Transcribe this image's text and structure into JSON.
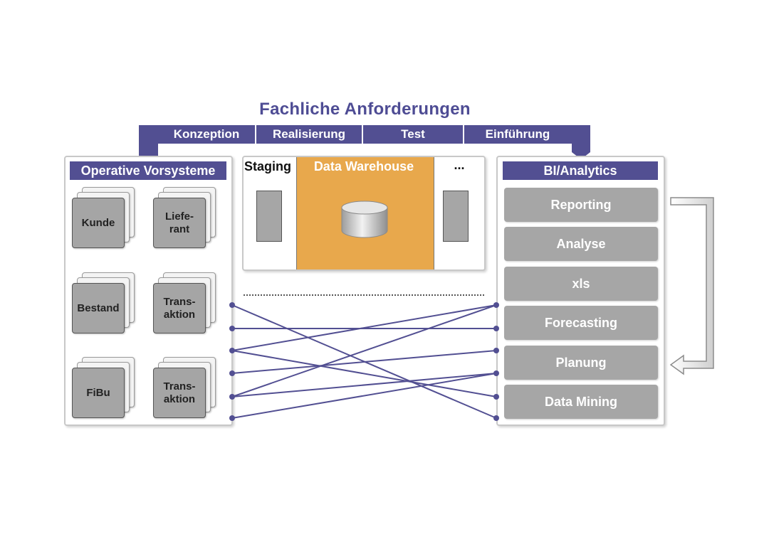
{
  "title": "Fachliche Anforderungen",
  "phases": [
    "Konzeption",
    "Realisierung",
    "Test",
    "Einführung"
  ],
  "left_panel": {
    "header": "Operative Vorsysteme",
    "sources": [
      "Kunde",
      "Liefe-\nrant",
      "Bestand",
      "Trans-\naktion",
      "FiBu",
      "Trans-\naktion"
    ]
  },
  "center_panel": {
    "staging": "Staging",
    "data_warehouse": "Data Warehouse",
    "more": "..."
  },
  "right_panel": {
    "header": "BI/Analytics",
    "items": [
      "Reporting",
      "Analyse",
      "xls",
      "Forecasting",
      "Planung",
      "Data Mining"
    ]
  },
  "colors": {
    "accent": "#524f92",
    "title": "#4e4c94",
    "data_warehouse": "#e8a84c",
    "item_gray": "#a6a6a6"
  }
}
